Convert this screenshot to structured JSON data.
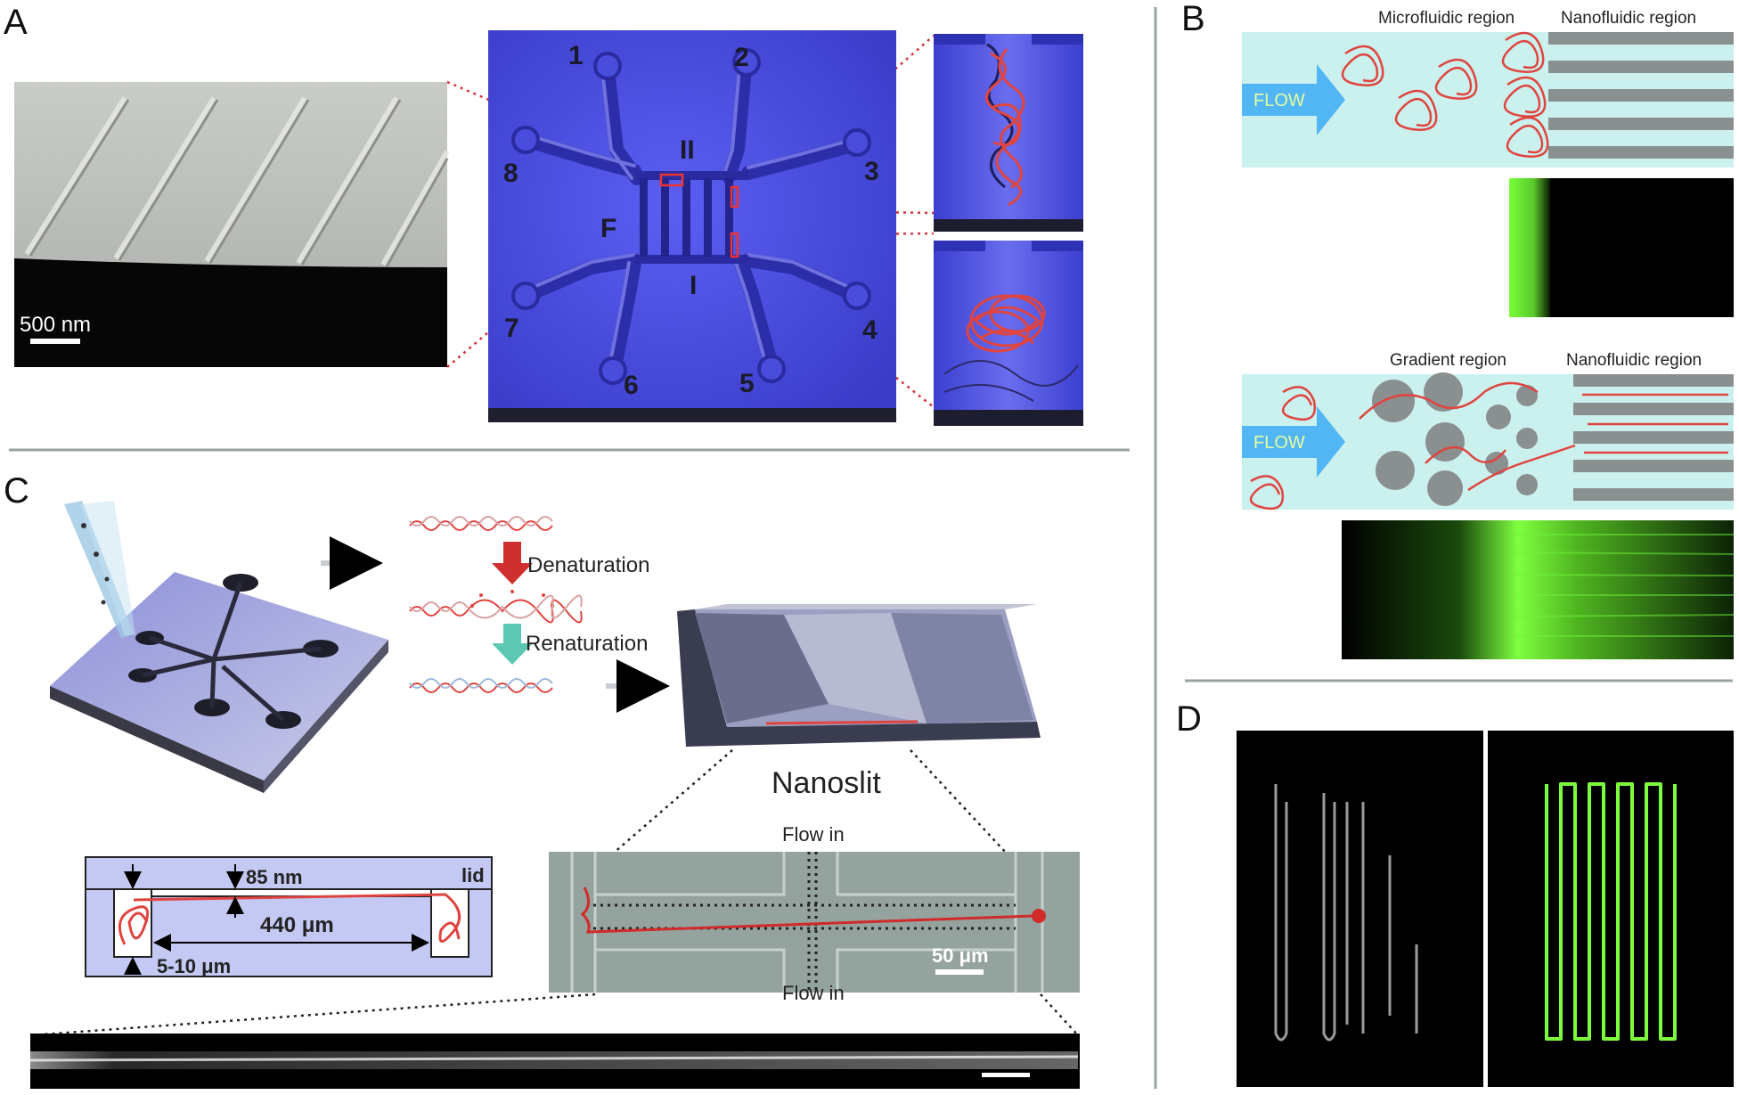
{
  "panels": {
    "a": {
      "letter": "A",
      "scale_bar": "500 nm",
      "ports": [
        "1",
        "2",
        "3",
        "4",
        "5",
        "6",
        "7",
        "8"
      ],
      "channels": {
        "top": "II",
        "bottom": "I",
        "left": "F"
      }
    },
    "b": {
      "letter": "B",
      "top": {
        "region_left": "Microfluidic region",
        "region_right": "Nanofluidic region",
        "flow": "FLOW"
      },
      "bottom": {
        "region_left": "Gradient region",
        "region_right": "Nanofluidic region",
        "flow": "FLOW"
      }
    },
    "c": {
      "letter": "C",
      "denaturation": "Denaturation",
      "renaturation": "Renaturation",
      "nanoslit": "Nanoslit",
      "depth": "85 nm",
      "lid": "lid",
      "length": "440 μm",
      "height": "5-10 μm",
      "flow_in_top": "Flow in",
      "flow_in_bottom": "Flow in",
      "scale_bar": "50 μm"
    },
    "d": {
      "letter": "D"
    }
  },
  "colors": {
    "device_blue": "#4f52e6",
    "dna_red": "#e0443f",
    "fluor_green": "#7cfc3c",
    "flow_arrow": "#52b6f4",
    "micro_bg": "#cbf1ee",
    "nano_bar": "#8a8f90",
    "divider": "#97a3a4"
  }
}
